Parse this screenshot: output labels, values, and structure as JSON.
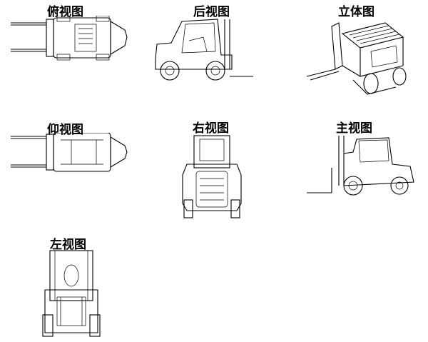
{
  "views": {
    "top": {
      "label": "俯视图"
    },
    "rear": {
      "label": "后视图"
    },
    "isometric": {
      "label": "立体图"
    },
    "bottom": {
      "label": "仰视图"
    },
    "right": {
      "label": "右视图"
    },
    "front": {
      "label": "主视图"
    },
    "left": {
      "label": "左视图"
    }
  }
}
